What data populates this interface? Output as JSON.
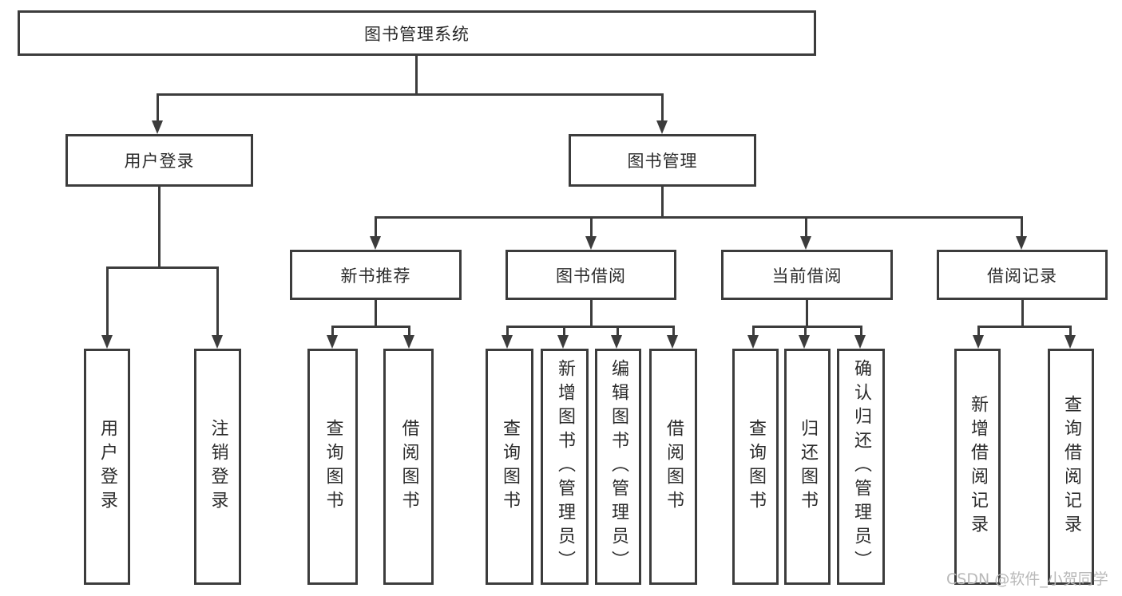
{
  "tree": {
    "label": "图书管理系统",
    "children": [
      {
        "label": "用户登录",
        "children": [
          {
            "label": "用户登录"
          },
          {
            "label": "注销登录"
          }
        ]
      },
      {
        "label": "图书管理",
        "children": [
          {
            "label": "新书推荐",
            "children": [
              {
                "label": "查询图书"
              },
              {
                "label": "借阅图书"
              }
            ]
          },
          {
            "label": "图书借阅",
            "children": [
              {
                "label": "查询图书"
              },
              {
                "label": "新增图书（管理员）"
              },
              {
                "label": "编辑图书（管理员）"
              },
              {
                "label": "借阅图书"
              }
            ]
          },
          {
            "label": "当前借阅",
            "children": [
              {
                "label": "查询图书"
              },
              {
                "label": "归还图书"
              },
              {
                "label": "确认归还（管理员）"
              }
            ]
          },
          {
            "label": "借阅记录",
            "children": [
              {
                "label": "新增借阅记录"
              },
              {
                "label": "查询借阅记录"
              }
            ]
          }
        ]
      }
    ]
  },
  "watermark": {
    "text": "CSDN @软件_小贺同学"
  },
  "colors": {
    "line": "#3c3c3c",
    "text": "#2b2b2b",
    "watermark": "#b9b9b9",
    "background": "#ffffff"
  }
}
